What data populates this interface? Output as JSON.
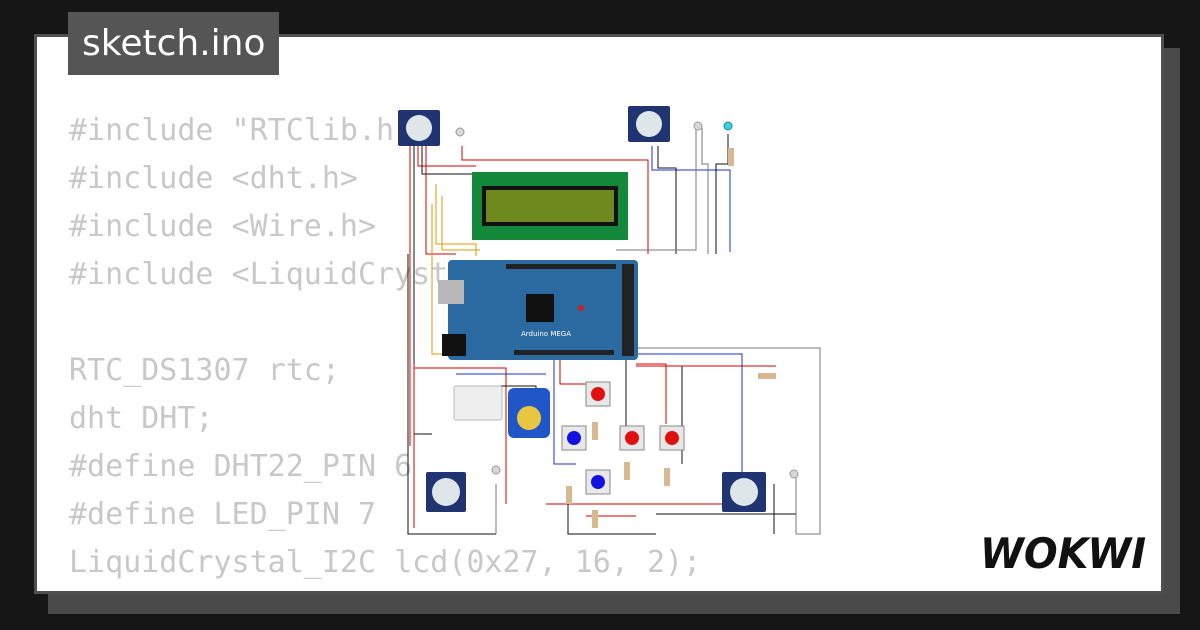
{
  "tab": {
    "filename": "sketch.ino"
  },
  "code_lines": [
    "#include \"RTClib.h\"",
    "#include <dht.h>",
    "#include <Wire.h>",
    "#include <LiquidCrystal_I2C.h>",
    "",
    "RTC_DS1307 rtc;",
    "dht DHT;",
    "#define DHT22_PIN 6",
    "#define LED_PIN 7",
    "LiquidCrystal_I2C lcd(0x27, 16, 2);"
  ],
  "board": {
    "label": "Arduino MEGA"
  },
  "brand": {
    "name": "WOKWI"
  },
  "colors": {
    "background": "#161616",
    "card": "#ffffff",
    "tab": "#555555",
    "code_text": "#c8c8c8",
    "board": "#2b6aa0",
    "pcb_green": "#13883a",
    "lcd_screen": "#6e8a1e",
    "button_red": "#e01010",
    "button_blue": "#1212e0"
  }
}
